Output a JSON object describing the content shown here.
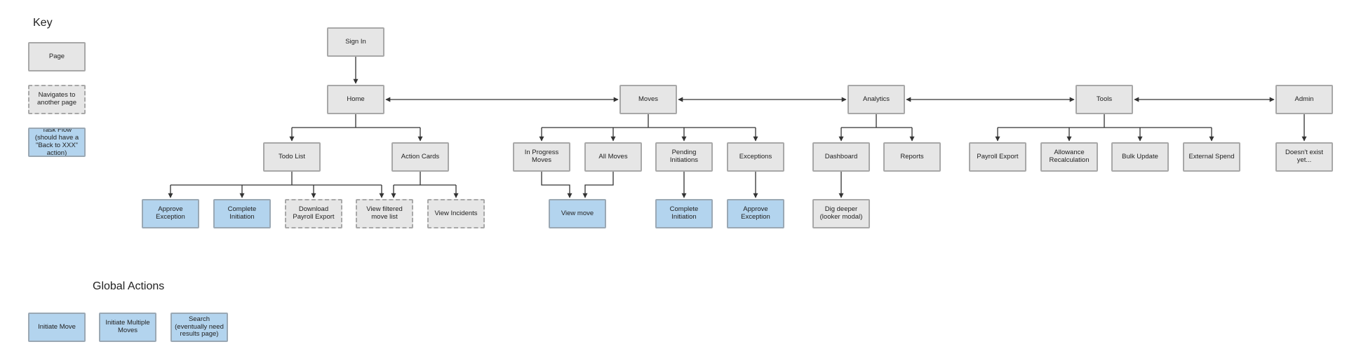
{
  "key": {
    "title": "Key",
    "page": "Page",
    "navigates": "Navigates to another page",
    "task_flow": "Task Flow (should have a \"Back to XXX\" action)"
  },
  "global_actions": {
    "title": "Global Actions",
    "initiate_move": "Initiate Move",
    "initiate_multiple_moves": "Initiate Multiple Moves",
    "search": "Search (eventually need results page)"
  },
  "colors": {
    "page_fill": "#e6e6e6",
    "task_fill": "#b3d4ee",
    "border": "#a8a8a8",
    "connector": "#333333"
  },
  "nodes": {
    "sign_in": "Sign In",
    "home": "Home",
    "moves": "Moves",
    "analytics": "Analytics",
    "tools": "Tools",
    "admin": "Admin",
    "todo_list": "Todo List",
    "action_cards": "Action Cards",
    "in_progress_moves": "In Progress Moves",
    "all_moves": "All Moves",
    "pending_initiations": "Pending Initiations",
    "exceptions": "Exceptions",
    "dashboard": "Dashboard",
    "reports": "Reports",
    "payroll_export": "Payroll Export",
    "allowance_recalculation": "Allowance Recalculation",
    "bulk_update": "Bulk Update",
    "external_spend": "External Spend",
    "doesnt_exist": "Doesn't exist yet...",
    "approve_exception_1": "Approve Exception",
    "complete_initiation_1": "Complete Initiation",
    "download_payroll_export": "Download Payroll Export",
    "view_filtered_move_list": "View filtered move list",
    "view_incidents": "View Incidents",
    "view_move": "View move",
    "complete_initiation_2": "Complete Initiation",
    "approve_exception_2": "Approve Exception",
    "dig_deeper": "Dig deeper (looker modal)"
  }
}
